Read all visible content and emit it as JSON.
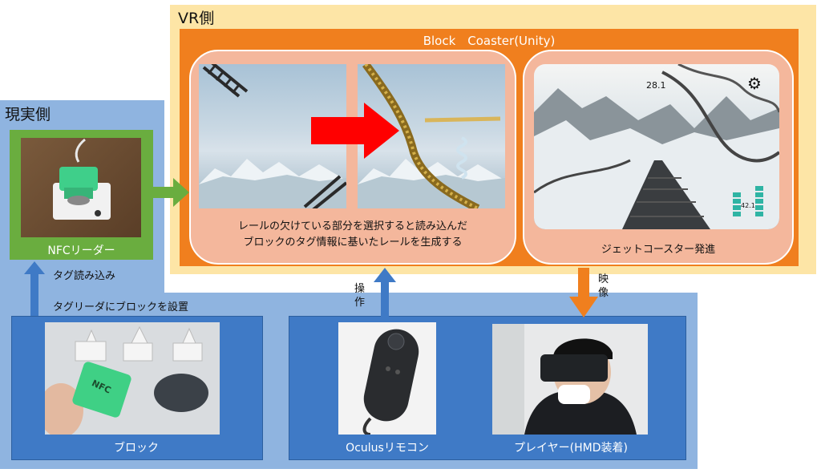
{
  "real_side": {
    "title": "現実側",
    "nfc_reader_label": "NFCリーダー",
    "tag_read_label": "タグ読み込み",
    "place_block_label": "タグリーダにブロックを設置",
    "block_label": "ブロック",
    "nfc_block_text": "NFC",
    "oculus_remote_label": "Oculusリモコン",
    "player_label": "プレイヤー(HMD装着)"
  },
  "vr_side": {
    "title": "VR側",
    "app_title": "Block　Coaster(Unity)",
    "rail_caption_line1": "レールの欠けている部分を選択すると読み込んだ",
    "rail_caption_line2": "ブロックのタグ情報に基いたレールを生成する",
    "launch_caption": "ジェットコースター発進",
    "hud_speed": "28.1",
    "hud_gauge_value": "42.1"
  },
  "arrows": {
    "operate_label": "操作",
    "video_label": "映像"
  },
  "colors": {
    "real_blue": "#8fb4e0",
    "panel_blue": "#3f7ac6",
    "vr_cream": "#fde5a6",
    "orange": "#f07f1e",
    "salmon": "#f4b79c",
    "green": "#6aad3f"
  }
}
